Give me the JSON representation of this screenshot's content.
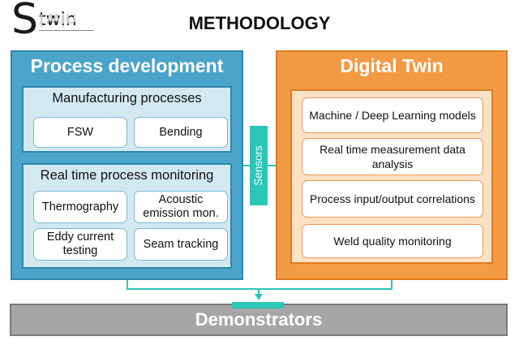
{
  "logo": {
    "s": "S",
    "twin": "twin"
  },
  "title": "METHODOLOGY",
  "process_development": {
    "title": "Process development",
    "manufacturing": {
      "title": "Manufacturing processes",
      "items": [
        "FSW",
        "Bending"
      ]
    },
    "monitoring": {
      "title": "Real time process monitoring",
      "items": [
        "Thermography",
        "Acoustic emission mon.",
        "Eddy current testing",
        "Seam tracking"
      ]
    }
  },
  "sensors": "Sensors",
  "digital_twin": {
    "title": "Digital Twin",
    "items": [
      "Machine / Deep Learning models",
      "Real time measurement data analysis",
      "Process input/output correlations",
      "Weld quality monitoring"
    ]
  },
  "demonstrators": "Demonstrators",
  "colors": {
    "blue": "#4ba4c9",
    "orange": "#f39a45",
    "teal": "#2cc6b6",
    "gray": "#a6a6a6"
  }
}
